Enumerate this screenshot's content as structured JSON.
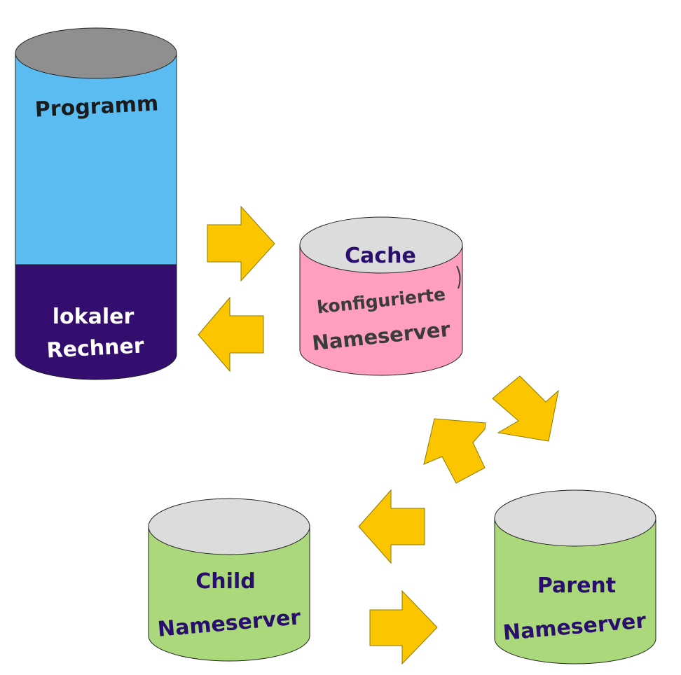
{
  "nodes": {
    "local_machine": {
      "top_label": "Programm",
      "bottom_label_line1": "lokaler",
      "bottom_label_line2": "Rechner",
      "body_color": "#5bbcf2",
      "base_color": "#330e6e",
      "lid_color": "#8f8f8f"
    },
    "configured_nameserver": {
      "top_label": "Cache",
      "label_line1": "konfigurierte",
      "label_line2": "Nameserver",
      "body_color": "#fd9fbd",
      "lid_color": "#dcdcdc"
    },
    "child_nameserver": {
      "label_line1": "Child",
      "label_line2": "Nameserver",
      "body_color": "#abd87a",
      "lid_color": "#dcdcdc"
    },
    "parent_nameserver": {
      "label_line1": "Parent",
      "label_line2": "Nameserver",
      "body_color": "#abd87a",
      "lid_color": "#dcdcdc"
    }
  },
  "arrows": {
    "color": "#fbc500",
    "outline": "#8a7a00",
    "items": [
      {
        "name": "arrow-local-to-configured",
        "direction": "right"
      },
      {
        "name": "arrow-configured-to-local",
        "direction": "left"
      },
      {
        "name": "arrow-configured-to-parent",
        "direction": "down-right"
      },
      {
        "name": "arrow-parent-to-configured",
        "direction": "up-left"
      },
      {
        "name": "arrow-to-child",
        "direction": "left"
      },
      {
        "name": "arrow-child-to-parent",
        "direction": "right"
      }
    ]
  },
  "colors": {
    "label_dark": "#2a0e6e",
    "label_gray": "#3b3b3b",
    "label_white": "#ffffff"
  }
}
